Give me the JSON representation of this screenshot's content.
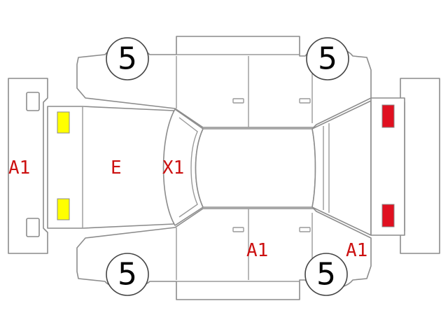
{
  "diagram": {
    "wheels": {
      "front_left": "5",
      "rear_left": "5",
      "front_right": "5",
      "rear_right": "5"
    },
    "marks": {
      "front_bumper": "A1",
      "hood": "E",
      "windshield": "X1",
      "rear_door_right": "A1",
      "rear_fender_right": "A1"
    },
    "colors": {
      "mark_text": "#cc1111",
      "front_lamps": "#ffff00",
      "rear_lamps": "#e01020",
      "outline": "#8c8c8c"
    }
  }
}
